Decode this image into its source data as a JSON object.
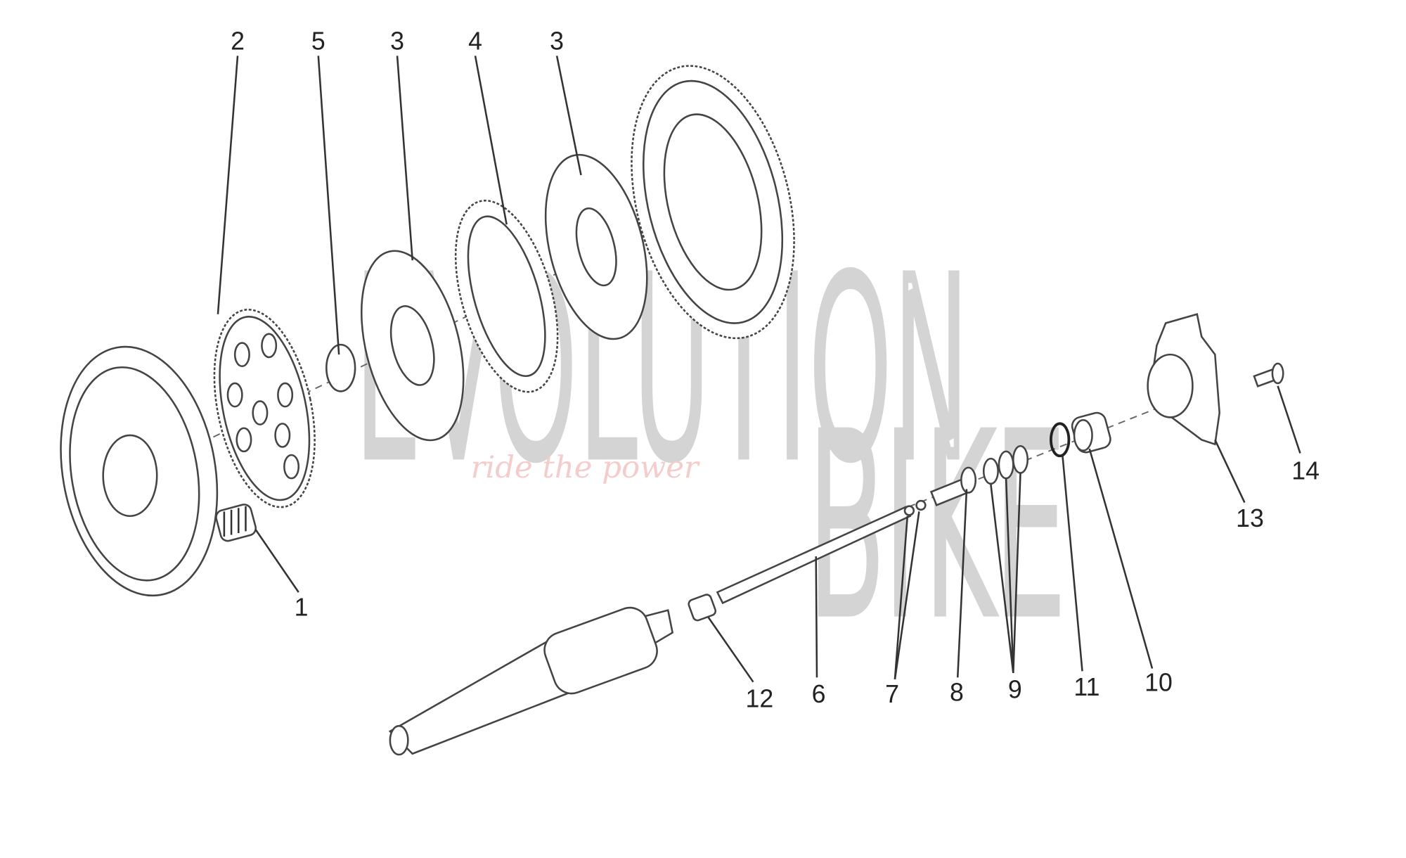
{
  "diagram": {
    "watermark": {
      "brand_line1": "EVOLUTION",
      "brand_line2": "BIKE",
      "tagline": "ride the power"
    },
    "callouts": [
      {
        "id": "c1",
        "label": "1"
      },
      {
        "id": "c2",
        "label": "2"
      },
      {
        "id": "c3a",
        "label": "3"
      },
      {
        "id": "c3b",
        "label": "3"
      },
      {
        "id": "c4",
        "label": "4"
      },
      {
        "id": "c5",
        "label": "5"
      },
      {
        "id": "c6",
        "label": "6"
      },
      {
        "id": "c7",
        "label": "7"
      },
      {
        "id": "c8",
        "label": "8"
      },
      {
        "id": "c9",
        "label": "9"
      },
      {
        "id": "c10",
        "label": "10"
      },
      {
        "id": "c11",
        "label": "11"
      },
      {
        "id": "c12",
        "label": "12"
      },
      {
        "id": "c13",
        "label": "13"
      },
      {
        "id": "c14",
        "label": "14"
      }
    ]
  }
}
